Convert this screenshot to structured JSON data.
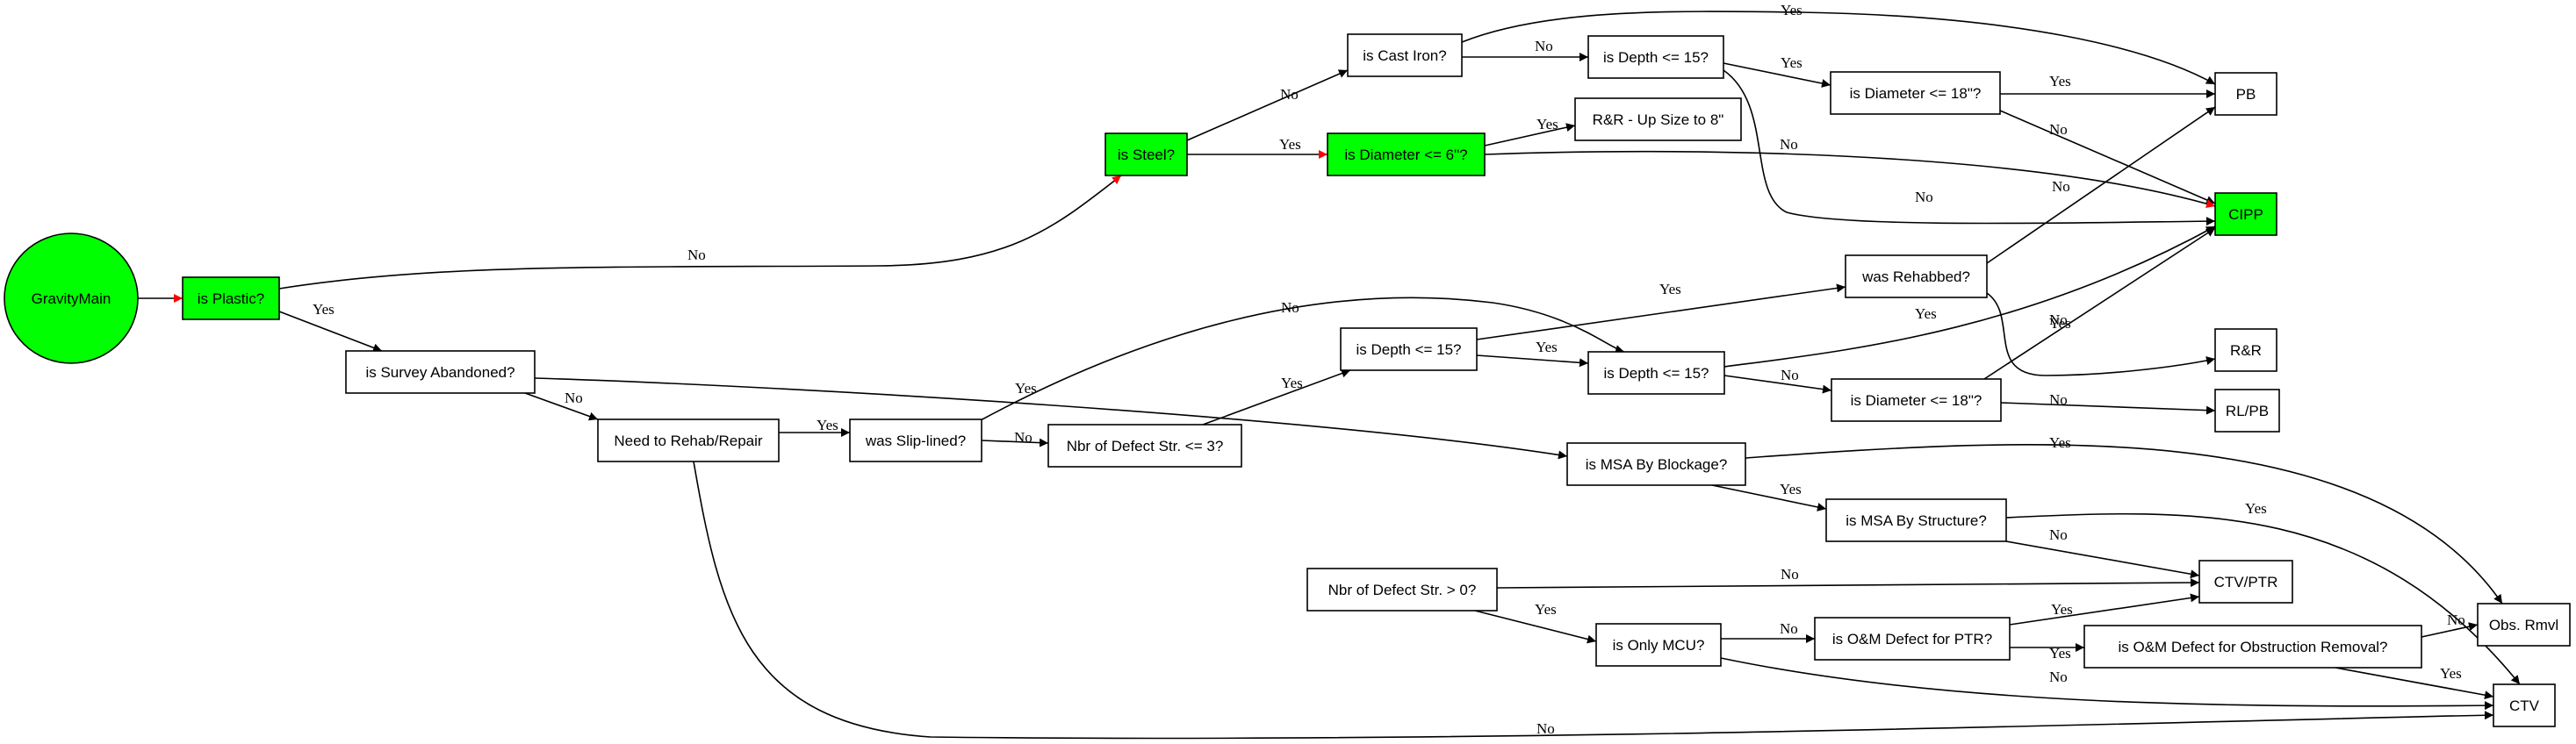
{
  "colors": {
    "highlight": "#00ff00",
    "normal": "#ffffff",
    "path": "#ff0000",
    "default": "#000000"
  },
  "nodes": {
    "gravity_main": "GravityMain",
    "is_plastic": "is Plastic?",
    "is_steel": "is Steel?",
    "is_cast_iron": "is Cast Iron?",
    "is_depth_top": "is Depth <= 15?",
    "is_diameter_18_top": "is Diameter <= 18\"?",
    "is_diameter_6": "is Diameter <= 6\"?",
    "rr_upsize": "R&R - Up Size to 8\"",
    "pb": "PB",
    "cipp": "CIPP",
    "is_survey_abandoned": "is Survey Abandoned?",
    "need_rehab": "Need to Rehab/Repair",
    "was_slip_lined": "was Slip-lined?",
    "nbr_defect_le3": "Nbr of Defect Str. <= 3?",
    "is_depth_mid": "is Depth <= 15?",
    "was_rehabbed": "was Rehabbed?",
    "is_depth_low": "is Depth <= 15?",
    "is_diameter_18_low": "is Diameter <= 18\"?",
    "rr": "R&R",
    "rlpb": "RL/PB",
    "is_msa_blockage": "is MSA By Blockage?",
    "is_msa_structure": "is MSA By Structure?",
    "ctv_ptr": "CTV/PTR",
    "nbr_defect_gt0": "Nbr of Defect Str. > 0?",
    "is_only_mcu": "is Only MCU?",
    "is_om_ptr": "is O&M Defect for PTR?",
    "is_om_obstruction": "is O&M Defect for Obstruction Removal?",
    "obs_rmvl": "Obs. Rmvl",
    "ctv": "CTV"
  },
  "edges": [
    {
      "from": "gravity_main",
      "to": "is_plastic",
      "label": "",
      "highlight": true
    },
    {
      "from": "is_plastic",
      "to": "is_steel",
      "label": "No",
      "highlight": true
    },
    {
      "from": "is_plastic",
      "to": "is_survey_abandoned",
      "label": "Yes",
      "highlight": false
    },
    {
      "from": "is_steel",
      "to": "is_cast_iron",
      "label": "No",
      "highlight": false
    },
    {
      "from": "is_steel",
      "to": "is_diameter_6",
      "label": "Yes",
      "highlight": true
    },
    {
      "from": "is_cast_iron",
      "to": "is_depth_top",
      "label": "No",
      "highlight": false
    },
    {
      "from": "is_cast_iron",
      "to": "pb",
      "label": "Yes",
      "highlight": false
    },
    {
      "from": "is_depth_top",
      "to": "is_diameter_18_top",
      "label": "Yes",
      "highlight": false
    },
    {
      "from": "is_depth_top",
      "to": "cipp",
      "label": "No",
      "highlight": false
    },
    {
      "from": "is_diameter_18_top",
      "to": "pb",
      "label": "Yes",
      "highlight": false
    },
    {
      "from": "is_diameter_18_top",
      "to": "cipp",
      "label": "No",
      "highlight": false
    },
    {
      "from": "is_diameter_6",
      "to": "rr_upsize",
      "label": "Yes",
      "highlight": false
    },
    {
      "from": "is_diameter_6",
      "to": "cipp",
      "label": "No",
      "highlight": true
    },
    {
      "from": "is_survey_abandoned",
      "to": "need_rehab",
      "label": "No",
      "highlight": false
    },
    {
      "from": "is_survey_abandoned",
      "to": "is_msa_blockage",
      "label": "Yes",
      "highlight": false
    },
    {
      "from": "need_rehab",
      "to": "was_slip_lined",
      "label": "Yes",
      "highlight": false
    },
    {
      "from": "need_rehab",
      "to": "ctv",
      "label": "No",
      "highlight": false
    },
    {
      "from": "was_slip_lined",
      "to": "nbr_defect_le3",
      "label": "No",
      "highlight": false
    },
    {
      "from": "was_slip_lined",
      "to": "is_depth_low",
      "label": "Yes",
      "highlight": false
    },
    {
      "from": "nbr_defect_le3",
      "to": "is_depth_mid",
      "label": "No",
      "highlight": false
    },
    {
      "from": "nbr_defect_le3",
      "to": "nbr_defect_gt0",
      "label": "Yes",
      "highlight": false
    },
    {
      "from": "is_depth_mid",
      "to": "was_rehabbed",
      "label": "Yes",
      "highlight": false
    },
    {
      "from": "is_depth_mid",
      "to": "is_depth_low",
      "label": "No",
      "highlight": false
    },
    {
      "from": "was_rehabbed",
      "to": "pb",
      "label": "No",
      "highlight": false
    },
    {
      "from": "was_rehabbed",
      "to": "rr",
      "label": "Yes",
      "highlight": false
    },
    {
      "from": "is_depth_low",
      "to": "cipp",
      "label": "No",
      "highlight": false
    },
    {
      "from": "is_depth_low",
      "to": "is_diameter_18_low",
      "label": "Yes",
      "highlight": false
    },
    {
      "from": "is_diameter_18_low",
      "to": "cipp",
      "label": "No",
      "highlight": false
    },
    {
      "from": "is_diameter_18_low",
      "to": "rlpb",
      "label": "Yes",
      "highlight": false
    },
    {
      "from": "is_msa_blockage",
      "to": "obs_rmvl",
      "label": "Yes",
      "highlight": false
    },
    {
      "from": "is_msa_blockage",
      "to": "is_msa_structure",
      "label": "No",
      "highlight": false
    },
    {
      "from": "is_msa_structure",
      "to": "ctv_ptr",
      "label": "Yes",
      "highlight": false
    },
    {
      "from": "is_msa_structure",
      "to": "ctv",
      "label": "No",
      "highlight": false
    },
    {
      "from": "nbr_defect_gt0",
      "to": "ctv_ptr",
      "label": "Yes",
      "highlight": false
    },
    {
      "from": "nbr_defect_gt0",
      "to": "is_only_mcu",
      "label": "No",
      "highlight": false
    },
    {
      "from": "is_only_mcu",
      "to": "is_om_ptr",
      "label": "No",
      "highlight": false
    },
    {
      "from": "is_only_mcu",
      "to": "ctv",
      "label": "Yes",
      "highlight": false
    },
    {
      "from": "is_om_ptr",
      "to": "ctv_ptr",
      "label": "Yes",
      "highlight": false
    },
    {
      "from": "is_om_ptr",
      "to": "is_om_obstruction",
      "label": "No",
      "highlight": false
    },
    {
      "from": "is_om_obstruction",
      "to": "obs_rmvl",
      "label": "Yes",
      "highlight": false
    },
    {
      "from": "is_om_obstruction",
      "to": "ctv",
      "label": "No",
      "highlight": false
    }
  ]
}
